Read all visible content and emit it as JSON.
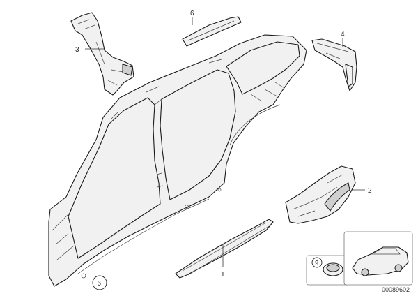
{
  "callouts": {
    "c1": "1",
    "c2": "2",
    "c3": "3",
    "c4": "4",
    "c6_top": "6",
    "c6_circle": "6",
    "c9": "9"
  },
  "reference_number": "00089602",
  "colors": {
    "line": "#1a1a1a",
    "fill": "#f1f1f1",
    "shade": "#cfcfcf"
  }
}
